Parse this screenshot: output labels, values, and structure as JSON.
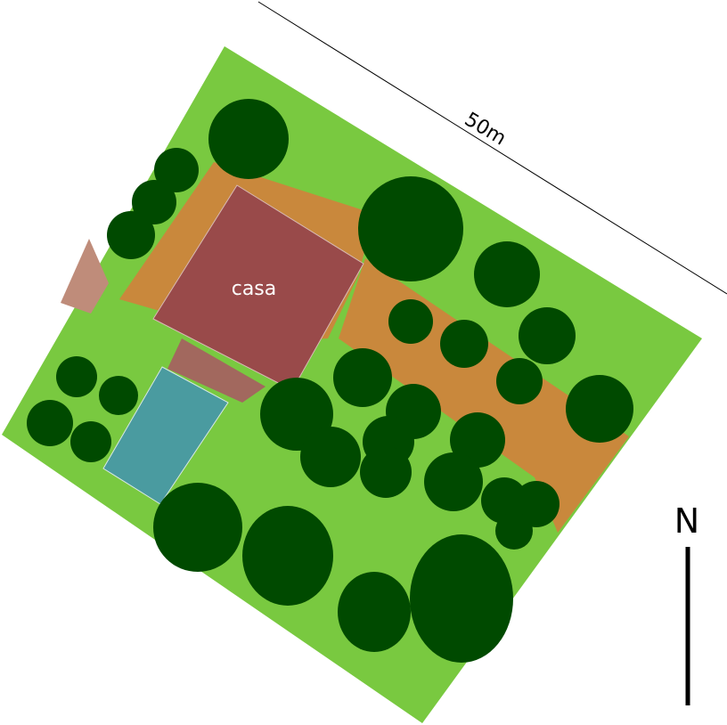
{
  "plan": {
    "building_label": "casa",
    "scale_label": "50m",
    "north_label": "N"
  },
  "colors": {
    "lawn": "#79c940",
    "path": "#c9883c",
    "house": "#994a4a",
    "terrace": "#a2685e",
    "pool": "#4a9ba0",
    "entrance": "#bf8c7a",
    "tree": "#004a00",
    "line": "#000000"
  },
  "trees": [
    {
      "id": "nw-1"
    },
    {
      "id": "nw-2"
    },
    {
      "id": "nw-3"
    },
    {
      "id": "nw-4"
    },
    {
      "id": "north-large"
    },
    {
      "id": "north-2"
    },
    {
      "id": "ne-1"
    },
    {
      "id": "ne-2"
    },
    {
      "id": "east-1"
    },
    {
      "id": "east-2"
    },
    {
      "id": "east-3"
    },
    {
      "id": "east-large"
    },
    {
      "id": "west-1"
    },
    {
      "id": "west-2"
    },
    {
      "id": "west-3"
    },
    {
      "id": "west-4"
    },
    {
      "id": "center-1"
    },
    {
      "id": "center-2"
    },
    {
      "id": "center-3"
    },
    {
      "id": "center-4"
    },
    {
      "id": "center-5"
    },
    {
      "id": "center-6"
    },
    {
      "id": "center-7"
    },
    {
      "id": "center-8"
    },
    {
      "id": "center-9"
    },
    {
      "id": "se-1"
    },
    {
      "id": "se-2"
    },
    {
      "id": "se-3"
    },
    {
      "id": "south-1"
    },
    {
      "id": "south-2"
    },
    {
      "id": "south-3"
    },
    {
      "id": "south-large"
    }
  ]
}
